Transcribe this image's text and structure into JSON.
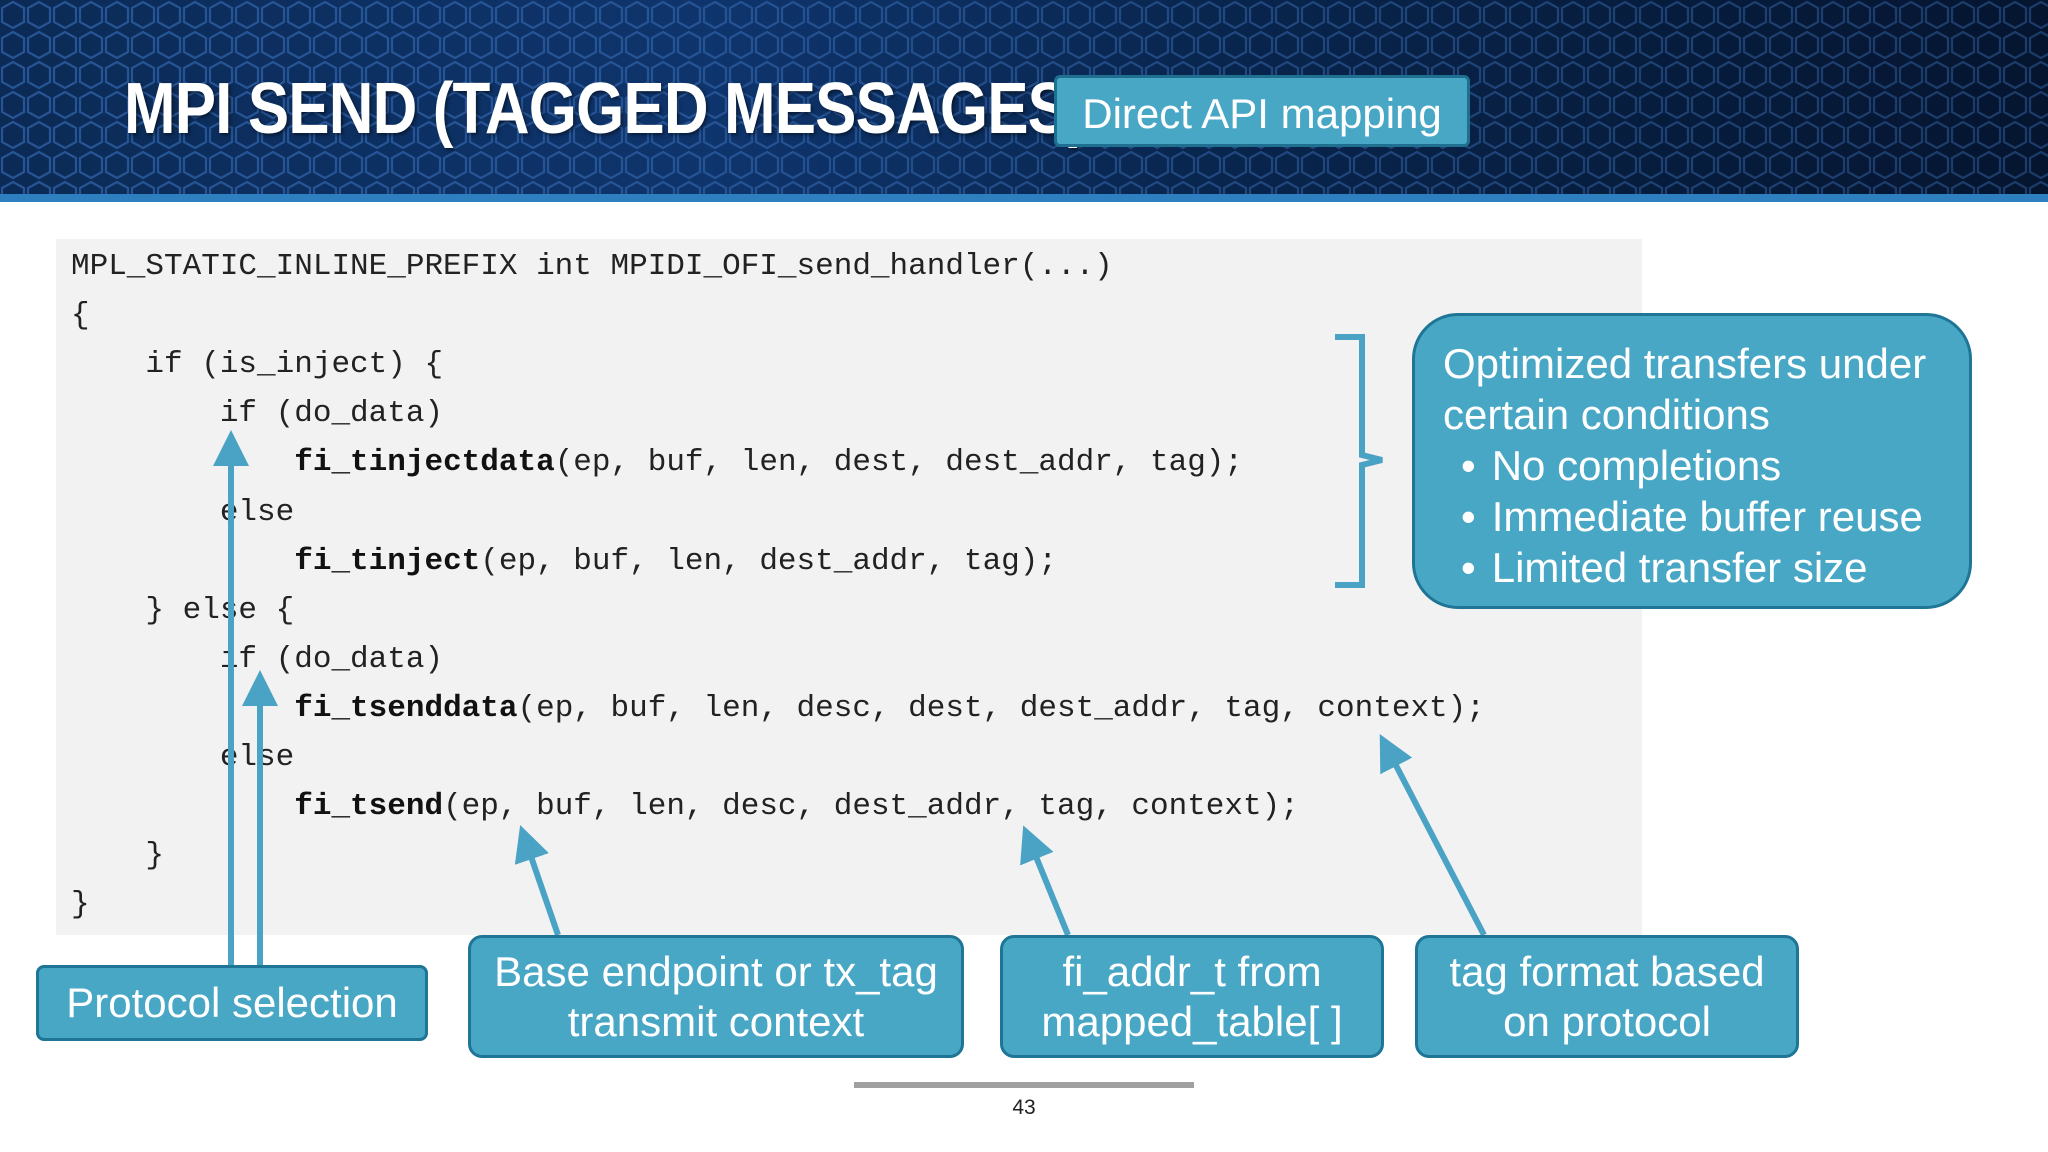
{
  "slide": {
    "title": "MPI SEND (TAGGED MESSAGES)",
    "badge": "Direct API mapping",
    "page_number": "43"
  },
  "code": {
    "lines": [
      {
        "pre": "MPL_STATIC_INLINE_PREFIX int MPIDI_OFI_send_handler(...)",
        "fn": "",
        "post": ""
      },
      {
        "pre": "{",
        "fn": "",
        "post": ""
      },
      {
        "pre": "    if (is_inject) {",
        "fn": "",
        "post": ""
      },
      {
        "pre": "        if (do_data)",
        "fn": "",
        "post": ""
      },
      {
        "pre": "            ",
        "fn": "fi_tinjectdata",
        "post": "(ep, buf, len, dest, dest_addr, tag);"
      },
      {
        "pre": "        else",
        "fn": "",
        "post": ""
      },
      {
        "pre": "            ",
        "fn": "fi_tinject",
        "post": "(ep, buf, len, dest_addr, tag);"
      },
      {
        "pre": "    } else {",
        "fn": "",
        "post": ""
      },
      {
        "pre": "        if (do_data)",
        "fn": "",
        "post": ""
      },
      {
        "pre": "            ",
        "fn": "fi_tsenddata",
        "post": "(ep, buf, len, desc, dest, dest_addr, tag, context);"
      },
      {
        "pre": "        else",
        "fn": "",
        "post": ""
      },
      {
        "pre": "            ",
        "fn": "fi_tsend",
        "post": "(ep, buf, len, desc, dest_addr, tag, context);"
      },
      {
        "pre": "    }",
        "fn": "",
        "post": ""
      },
      {
        "pre": "}",
        "fn": "",
        "post": ""
      }
    ]
  },
  "callouts": {
    "optimized": {
      "heading_1": "Optimized transfers under",
      "heading_2": "certain conditions",
      "bullets": [
        "No completions",
        "Immediate buffer reuse",
        "Limited transfer size"
      ]
    },
    "protocol": "Protocol selection",
    "endpoint": {
      "line1": "Base endpoint or tx_tag",
      "line2": "transmit context"
    },
    "addr": {
      "line1": "fi_addr_t from",
      "line2": "mapped_table[ ]"
    },
    "tag": {
      "line1": "tag format based",
      "line2": "on protocol"
    }
  },
  "colors": {
    "callout_fill": "#49a7c6",
    "callout_border": "#1f7596",
    "banner": "#0b2a55"
  }
}
